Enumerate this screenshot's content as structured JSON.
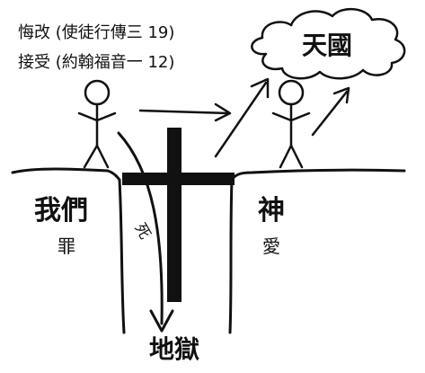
{
  "verses": {
    "line1": "悔改 (使徒行傳三 19)",
    "line2": "接受 (約翰福音一 12)"
  },
  "heaven": "天國",
  "left_side": {
    "label": "我們",
    "sub": "罪"
  },
  "right_side": {
    "label": "神",
    "sub": "愛"
  },
  "chasm": {
    "death": "死",
    "hell": "地獄"
  },
  "colors": {
    "ink": "#111111",
    "background": "#ffffff"
  }
}
